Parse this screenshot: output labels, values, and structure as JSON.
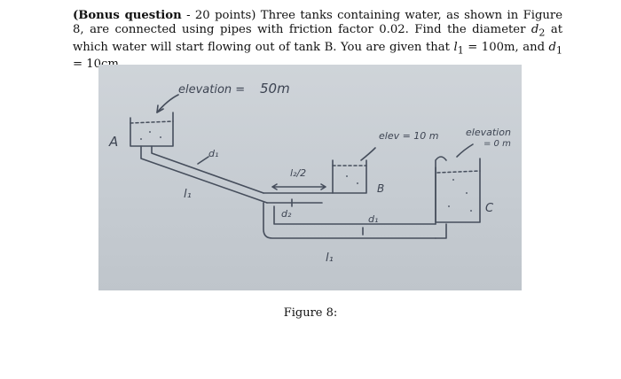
{
  "question": {
    "label": "(Bonus question",
    "sep": " - ",
    "text1": "20 points) Three tanks containing water, as shown in Figure 8, are connected using pipes with friction factor 0.02. Find the diameter ",
    "d2": "d",
    "d2_sub": "2",
    "text2": " at which water will start flowing out of tank B. You are given that ",
    "l1": "l",
    "l1_sub": "1",
    "eq1": " = 100m",
    "and": ", and ",
    "d1": "d",
    "d1_sub": "1",
    "eq2": " = 10cm."
  },
  "sketch": {
    "elevation_a": "elevation = ",
    "elevation_a_value": "50m",
    "tank_a": "A",
    "d1_top": "d₁",
    "l1_left": "l₁",
    "l2_half": "l₂/2",
    "d2_label": "d₂",
    "elevation_b": "elev = 10 m",
    "tank_b": "B",
    "d1_right": "d₁",
    "l1_bottom": "l₁",
    "elevation_c": "elevation",
    "elevation_c_value": "= 0 m",
    "tank_c": "C"
  },
  "figure": {
    "caption": "Figure 8:"
  }
}
